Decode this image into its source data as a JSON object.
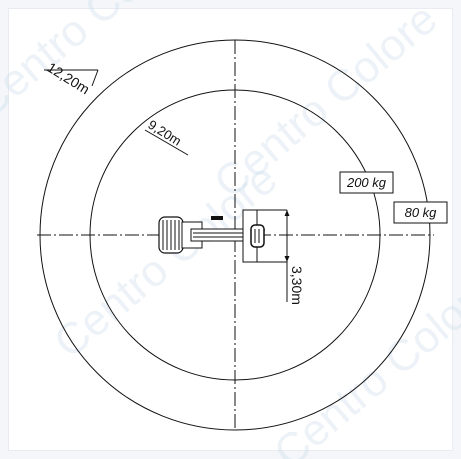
{
  "diagram": {
    "outer_radius_label": "12,20m",
    "inner_radius_label": "9,20m",
    "height_label": "3,30m",
    "load_inner": "200 kg",
    "load_outer": "80 kg"
  },
  "watermark": {
    "text": "Centro Colore"
  },
  "colors": {
    "line": "#111111",
    "background": "#ffffff",
    "watermark": "#c9dbea"
  }
}
